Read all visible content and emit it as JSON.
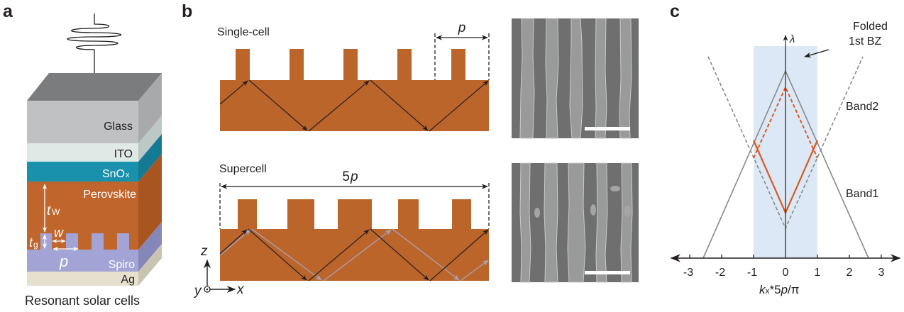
{
  "figure": {
    "panels": {
      "a": {
        "label": "a",
        "caption": "Resonant solar cells",
        "layers": [
          {
            "name": "Glass",
            "color": "#c0c1c2"
          },
          {
            "name": "ITO",
            "color": "#dfe9e6"
          },
          {
            "name": "SnOx",
            "label_main": "SnO",
            "label_sub": "x",
            "color": "#1991ad"
          },
          {
            "name": "Perovskite",
            "color": "#c0652b"
          },
          {
            "name": "Spiro",
            "color": "#a2a4d6"
          },
          {
            "name": "Ag",
            "color": "#e6e1cf"
          }
        ],
        "dimensions": {
          "tw": {
            "main": "t",
            "sub": "W"
          },
          "tg": {
            "main": "t",
            "sub": "g"
          },
          "w": "w",
          "p": "p"
        }
      },
      "b": {
        "label": "b",
        "single_cell": {
          "title": "Single-cell",
          "period_label": "p"
        },
        "supercell": {
          "title": "Supercell",
          "period_label": "5p",
          "period_num": "5",
          "period_var": "p"
        },
        "axes": {
          "z": "z",
          "x": "x",
          "y": "y"
        },
        "material_color": "#bc652b",
        "sem_images": [
          "single-cell SEM",
          "supercell SEM"
        ]
      },
      "c": {
        "label": "c",
        "annotation": {
          "line1": "Folded",
          "line2": "1st BZ"
        },
        "band_labels": {
          "band1": "Band1",
          "band2": "Band2"
        },
        "y_axis_label": "λ",
        "x_axis_label": {
          "k": "k",
          "sub": "x",
          "rest": "*5",
          "p": "p",
          "tail": "/π"
        }
      }
    }
  },
  "chart_data": {
    "type": "line",
    "title": "",
    "xlabel": "kx*5p/π",
    "ylabel": "λ",
    "x_ticks": [
      -3,
      -2,
      -1,
      0,
      1,
      2,
      3
    ],
    "xlim": [
      -3.3,
      3.3
    ],
    "shaded_region": {
      "x": [
        -1,
        1
      ],
      "label": "Folded 1st BZ",
      "color": "#dce8f5"
    },
    "series": [
      {
        "name": "Band1 (unfolded, grey solid)",
        "style": "solid",
        "color": "#8a8a8a",
        "x": [
          -2.6,
          0,
          2.6
        ],
        "y": [
          0,
          5.9,
          0
        ]
      },
      {
        "name": "Band2 (unfolded, grey dashed)",
        "style": "dashed",
        "color": "#8a8a8a",
        "x": [
          -2.4,
          0,
          2.4
        ],
        "y": [
          6.3,
          0.9,
          6.3
        ]
      },
      {
        "name": "Folded band (orange solid)",
        "style": "solid",
        "color": "#d75a22",
        "x": [
          -1,
          0,
          1
        ],
        "y": [
          3.7,
          1.4,
          3.7
        ]
      },
      {
        "name": "Folded band (orange dashed)",
        "style": "dashed",
        "color": "#d75a22",
        "x": [
          -1,
          0,
          1
        ],
        "y": [
          3.0,
          5.4,
          3.0
        ]
      }
    ],
    "grid": false,
    "legend": "inline labels: Band2 (upper right), Band1 (lower right)"
  }
}
